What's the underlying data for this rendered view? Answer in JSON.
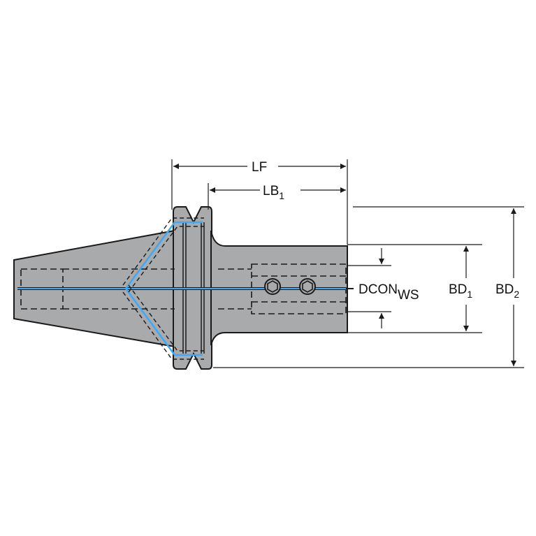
{
  "labels": {
    "lf": "LF",
    "lb_main": "LB",
    "lb_sub": "1",
    "dcon_main": "DCON",
    "dcon_sub": "WS",
    "bd1_main": "BD",
    "bd1_sub": "1",
    "bd2_main": "BD",
    "bd2_sub": "2"
  },
  "colors": {
    "body": "#a9aaac",
    "outline": "#1a1a1a",
    "coolant": "#3fa9f5",
    "background": "#ffffff"
  }
}
